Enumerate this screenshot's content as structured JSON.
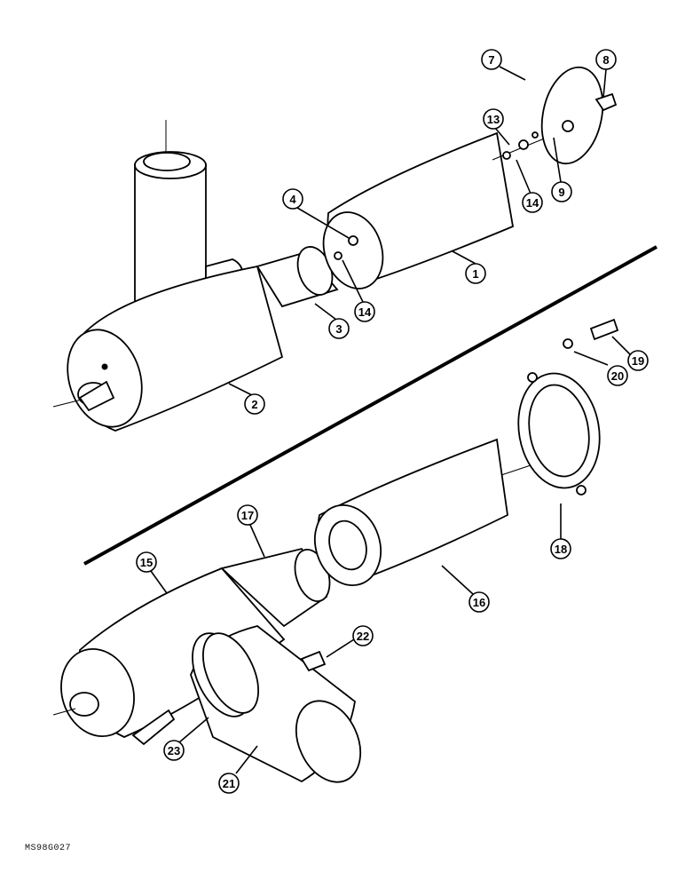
{
  "callouts": {
    "c1": "1",
    "c2": "2",
    "c3": "3",
    "c4": "4",
    "c7": "7",
    "c8": "8",
    "c9": "9",
    "c13": "13",
    "c14a": "14",
    "c14b": "14",
    "c15": "15",
    "c16": "16",
    "c17": "17",
    "c18": "18",
    "c19": "19",
    "c20": "20",
    "c21": "21",
    "c22": "22",
    "c23": "23"
  },
  "reference_code": "MS98G027"
}
